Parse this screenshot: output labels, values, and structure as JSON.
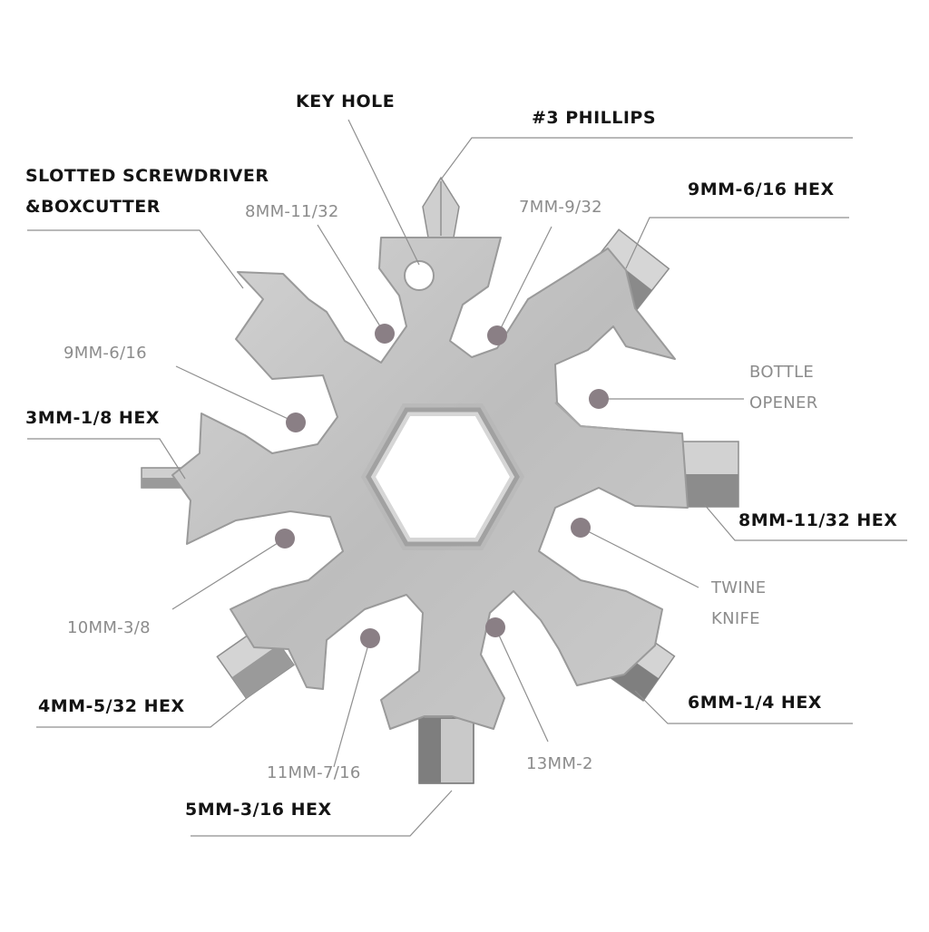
{
  "diagram": {
    "colors": {
      "metal": "#c4c4c4",
      "metal_edge": "#9c9c9c",
      "hole": "#ffffff",
      "dot": "#8a7f85",
      "leader": "#8f8f8f",
      "bit_light": "#d6d6d6",
      "bit_dark": "#7d7d7d"
    },
    "labels": {
      "key_hole": "KEY  HOLE",
      "phillips": "#3 PHILLIPS",
      "slotted": "SLOTTED  SCREWDRIVER\n&BOXCUTTER",
      "hex_9mm": "9MM-6/16 HEX",
      "bottle_opener": "BOTTLE\nOPENER",
      "hex_3mm": "3MM-1/8  HEX",
      "hex_8mm": "8MM-11/32 HEX",
      "twine_knife": "TWINE\nKNIFE",
      "hex_4mm": "4MM-5/32  HEX",
      "hex_6mm": "6MM-1/4  HEX",
      "hex_5mm": "5MM-3/16  HEX",
      "w_8mm": "8MM-11/32",
      "w_7mm": "7MM-9/32",
      "w_9mm": "9MM-6/16",
      "w_10mm": "10MM-3/8",
      "w_11mm": "11MM-7/16",
      "w_13mm": "13MM-2"
    }
  }
}
